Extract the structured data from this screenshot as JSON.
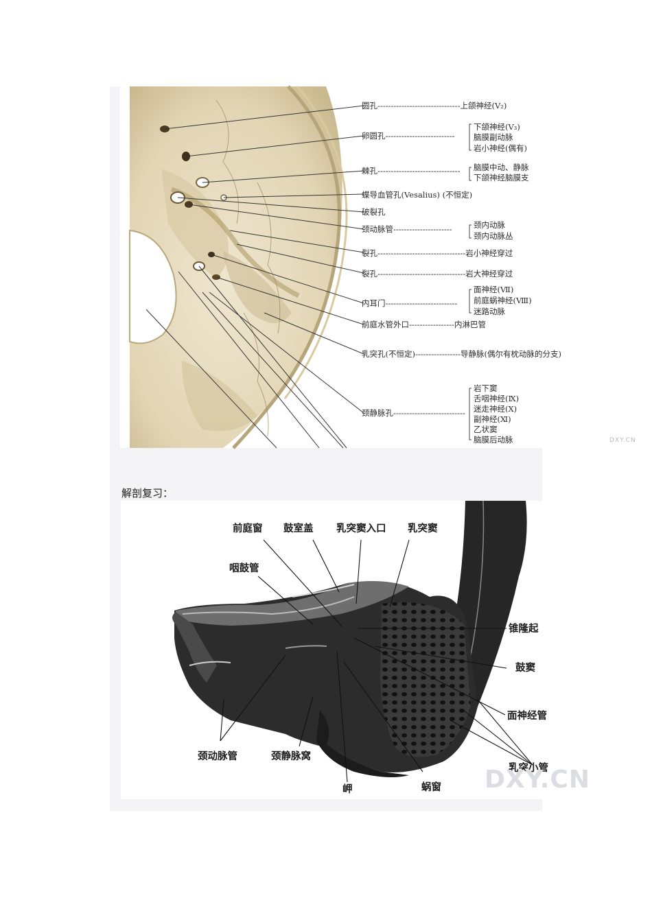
{
  "figure1": {
    "labels": [
      {
        "id": "yuankong",
        "text": "圆孔-------------------------------上颌神经(V₂)"
      },
      {
        "id": "luanyuankong",
        "text": "卵圆孔--------------------------"
      },
      {
        "id": "luanyuankong_r1",
        "text": "下颌神经(V₃)"
      },
      {
        "id": "luanyuankong_r2",
        "text": "脑膜副动脉"
      },
      {
        "id": "luanyuankong_r3",
        "text": "岩小神经(偶有)"
      },
      {
        "id": "jikong",
        "text": "棘孔-------------------------------"
      },
      {
        "id": "jikong_r1",
        "text": "脑膜中动、静脉"
      },
      {
        "id": "jikong_r2",
        "text": "下颌神经脑膜支"
      },
      {
        "id": "diedao",
        "text": "蝶导血管孔(Vesalius) (不恒定)"
      },
      {
        "id": "polie",
        "text": "破裂孔"
      },
      {
        "id": "jingdongmai",
        "text": "颈动脉管----------------------"
      },
      {
        "id": "jingdongmai_r1",
        "text": "颈内动脉"
      },
      {
        "id": "jingdongmai_r2",
        "text": "颈内动脉丛"
      },
      {
        "id": "liekong1",
        "text": "裂孔---------------------------------岩小神经穿过"
      },
      {
        "id": "liekong2",
        "text": "裂孔---------------------------------岩大神经穿过"
      },
      {
        "id": "neiermen",
        "text": "内耳门---------------------------"
      },
      {
        "id": "neiermen_r1",
        "text": "面神经(Ⅶ)"
      },
      {
        "id": "neiermen_r2",
        "text": "前庭蜗神经(Ⅷ)"
      },
      {
        "id": "neiermen_r3",
        "text": "迷路动脉"
      },
      {
        "id": "qianting",
        "text": "前庭水管外口-----------------内淋巴管"
      },
      {
        "id": "rutu",
        "text": "乳突孔(不恒定)-----------------导静脉(偶尔有枕动脉的分支)"
      },
      {
        "id": "jingjingmai",
        "text": "颈静脉孔---------------------------"
      },
      {
        "id": "jingjingmai_r1",
        "text": "岩下窦"
      },
      {
        "id": "jingjingmai_r2",
        "text": "舌咽神经(Ⅸ)"
      },
      {
        "id": "jingjingmai_r3",
        "text": "迷走神经(Ⅹ)"
      },
      {
        "id": "jingjingmai_r4",
        "text": "副神经(Ⅺ)"
      },
      {
        "id": "jingjingmai_r5",
        "text": "乙状窦"
      },
      {
        "id": "jingjingmai_r6",
        "text": "脑膜后动脉"
      }
    ],
    "watermark": "DXY.CN"
  },
  "caption": "解剖复习：",
  "figure2": {
    "labels": [
      {
        "id": "qiantingchuang",
        "text": "前庭窗"
      },
      {
        "id": "gushigai",
        "text": "鼓室盖"
      },
      {
        "id": "rutudourukou",
        "text": "乳突窦入口"
      },
      {
        "id": "rutudou",
        "text": "乳突窦"
      },
      {
        "id": "yanguguan",
        "text": "咽鼓管"
      },
      {
        "id": "zhuilongqi",
        "text": "锥隆起"
      },
      {
        "id": "gudou",
        "text": "鼓窦"
      },
      {
        "id": "mianshenjingguan",
        "text": "面神经管"
      },
      {
        "id": "rutuxiaoguan",
        "text": "乳突小管"
      },
      {
        "id": "jingdongmaiguan",
        "text": "颈动脉管"
      },
      {
        "id": "jingjingmaiwo",
        "text": "颈静脉窝"
      },
      {
        "id": "jia",
        "text": "岬"
      },
      {
        "id": "wochuang",
        "text": "蜗窗"
      }
    ],
    "watermark": "DXY.CN"
  },
  "colors": {
    "bone": "#e8ddc2",
    "bone_shadow": "#cdbf9c",
    "specimen": "#2a2a2a",
    "panel": "#f4f4f7"
  }
}
